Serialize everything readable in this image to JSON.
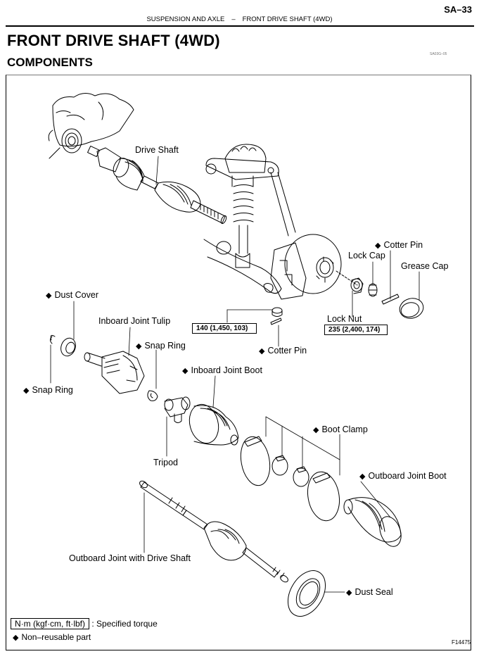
{
  "header": {
    "page_number": "SA–33",
    "section": "SUSPENSION AND AXLE",
    "separator": "–",
    "subsection": "FRONT DRIVE SHAFT (4WD)"
  },
  "title": "FRONT DRIVE SHAFT (4WD)",
  "subtitle": "COMPONENTS",
  "doc_code": "SA03G–05",
  "diagram": {
    "figure_id": "F14475",
    "non_reusable_symbol": "◆",
    "labels": {
      "drive_shaft": "Drive Shaft",
      "cotter_pin_hub": "Cotter Pin",
      "lock_cap": "Lock Cap",
      "grease_cap": "Grease Cap",
      "lock_nut": "Lock Nut",
      "dust_cover": "Dust Cover",
      "inboard_joint_tulip": "Inboard Joint Tulip",
      "snap_ring_upper": "Snap Ring",
      "snap_ring_left": "Snap Ring",
      "cotter_pin_knuckle": "Cotter Pin",
      "inboard_joint_boot": "Inboard Joint Boot",
      "tripod": "Tripod",
      "boot_clamp": "Boot Clamp",
      "outboard_joint_boot": "Outboard Joint Boot",
      "outboard_joint_with_drive_shaft": "Outboard Joint with Drive Shaft",
      "dust_seal": "Dust Seal"
    },
    "torques": {
      "knuckle_nut": "140 (1,450, 103)",
      "lock_nut": "235 (2,400, 174)"
    }
  },
  "legend": {
    "torque_unit": "N·m (kgf·cm, ft·lbf)",
    "torque_desc": ": Specified torque",
    "non_reusable_symbol": "◆",
    "non_reusable_desc": "Non–reusable part"
  }
}
